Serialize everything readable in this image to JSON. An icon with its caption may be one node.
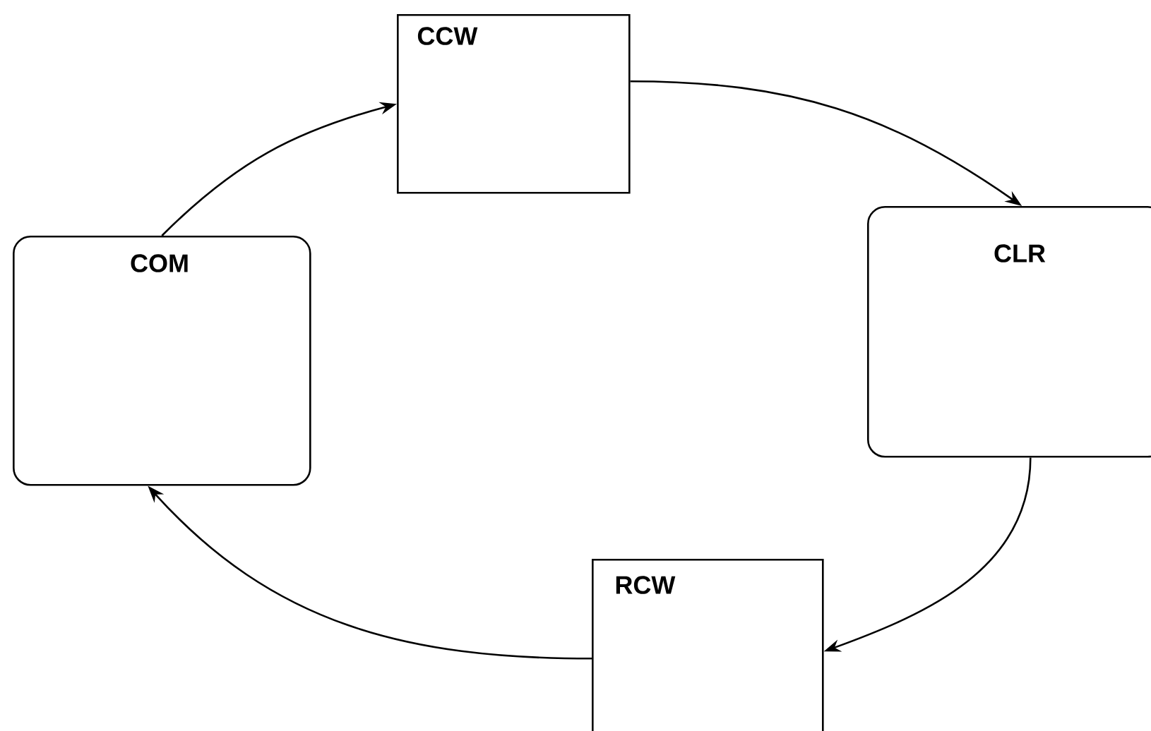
{
  "diagram": {
    "nodes": [
      {
        "text": [
          "COM"
        ]
      },
      {
        "text": [
          "CCW"
        ]
      },
      {
        "text": [
          "CLR"
        ]
      },
      {
        "text": [
          "RCW"
        ]
      }
    ],
    "edges": [
      {
        "from": 0,
        "to": 1,
        "arrow": "to"
      },
      {
        "from": 1,
        "to": 2,
        "arrow": "to"
      },
      {
        "from": 2,
        "to": 3,
        "arrow": "to"
      },
      {
        "from": 3,
        "to": 0,
        "arrow": "to"
      }
    ]
  }
}
